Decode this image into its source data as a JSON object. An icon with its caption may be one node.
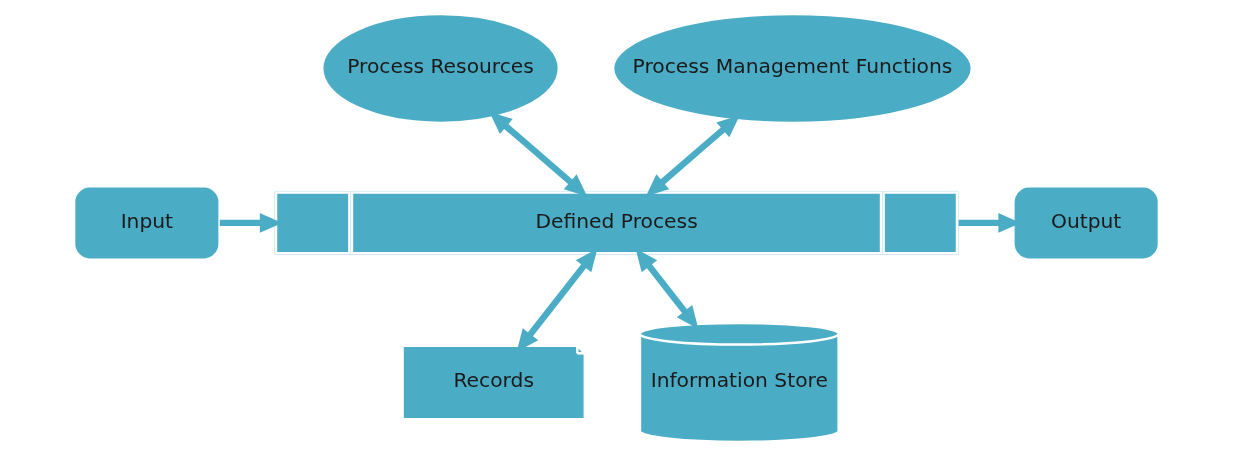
{
  "diagram": {
    "nodes": [
      {
        "text": [
          "Input"
        ]
      },
      {
        "text": [
          "Process Resources"
        ]
      },
      {
        "text": [
          "Process Management Functions"
        ]
      },
      {
        "text": [
          "Defined Process"
        ]
      },
      {
        "text": [
          "Output"
        ]
      },
      {
        "text": [
          "Records"
        ]
      },
      {
        "text": [
          "Information Store"
        ]
      }
    ],
    "edges": [
      {
        "from": 0,
        "to": 3,
        "arrow": "to"
      },
      {
        "from": 1,
        "to": 3,
        "arrow": "both"
      },
      {
        "from": 2,
        "to": 3,
        "arrow": "both"
      },
      {
        "from": 3,
        "to": 4,
        "arrow": "to"
      },
      {
        "from": 3,
        "to": 5,
        "arrow": "both"
      },
      {
        "from": 3,
        "to": 6,
        "arrow": "both"
      }
    ]
  }
}
